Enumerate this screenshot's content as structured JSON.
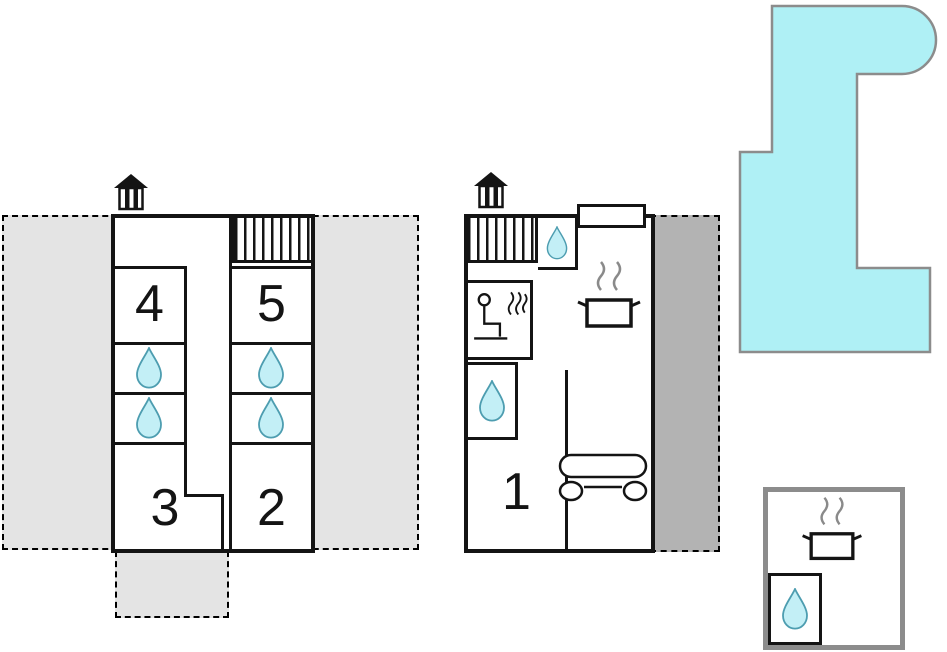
{
  "diagram": {
    "type": "floor-plan",
    "buildings": [
      {
        "id": "main-building",
        "rooms": [
          {
            "label": "4"
          },
          {
            "label": "5"
          },
          {
            "label": "3"
          },
          {
            "label": "2"
          }
        ],
        "features": [
          "chimney",
          "staircase",
          "shower-drop",
          "shower-drop",
          "shower-drop",
          "shower-drop",
          "terrace-light",
          "terrace-annex"
        ]
      },
      {
        "id": "second-building",
        "rooms": [
          {
            "label": "1"
          }
        ],
        "features": [
          "chimney",
          "staircase",
          "shower-drop",
          "sauna",
          "stove",
          "sofa",
          "shower-drop",
          "terrace-dark",
          "dormer"
        ]
      },
      {
        "id": "outbuilding",
        "rooms": [],
        "features": [
          "stove",
          "shower-drop"
        ]
      }
    ],
    "pool": {
      "feature": "swimming-pool"
    },
    "icons": {
      "chimney": "chimney-icon",
      "staircase": "stairs-icon",
      "shower-drop": "water-drop-icon",
      "sauna": "sauna-icon",
      "stove": "stove-icon",
      "sofa": "sofa-icon",
      "pool": "pool-shape"
    },
    "colors": {
      "wall": "#141414",
      "water_fill": "#c3eff6",
      "water_stroke": "#4d9db0",
      "terrace_light": "#e4e4e4",
      "terrace_dark": "#b3b3b3",
      "pool_fill": "#aff0f5",
      "pool_stroke": "#8c8c8c",
      "outbuilding_border": "#8c8c8c",
      "steam": "#8a8a8a"
    }
  }
}
